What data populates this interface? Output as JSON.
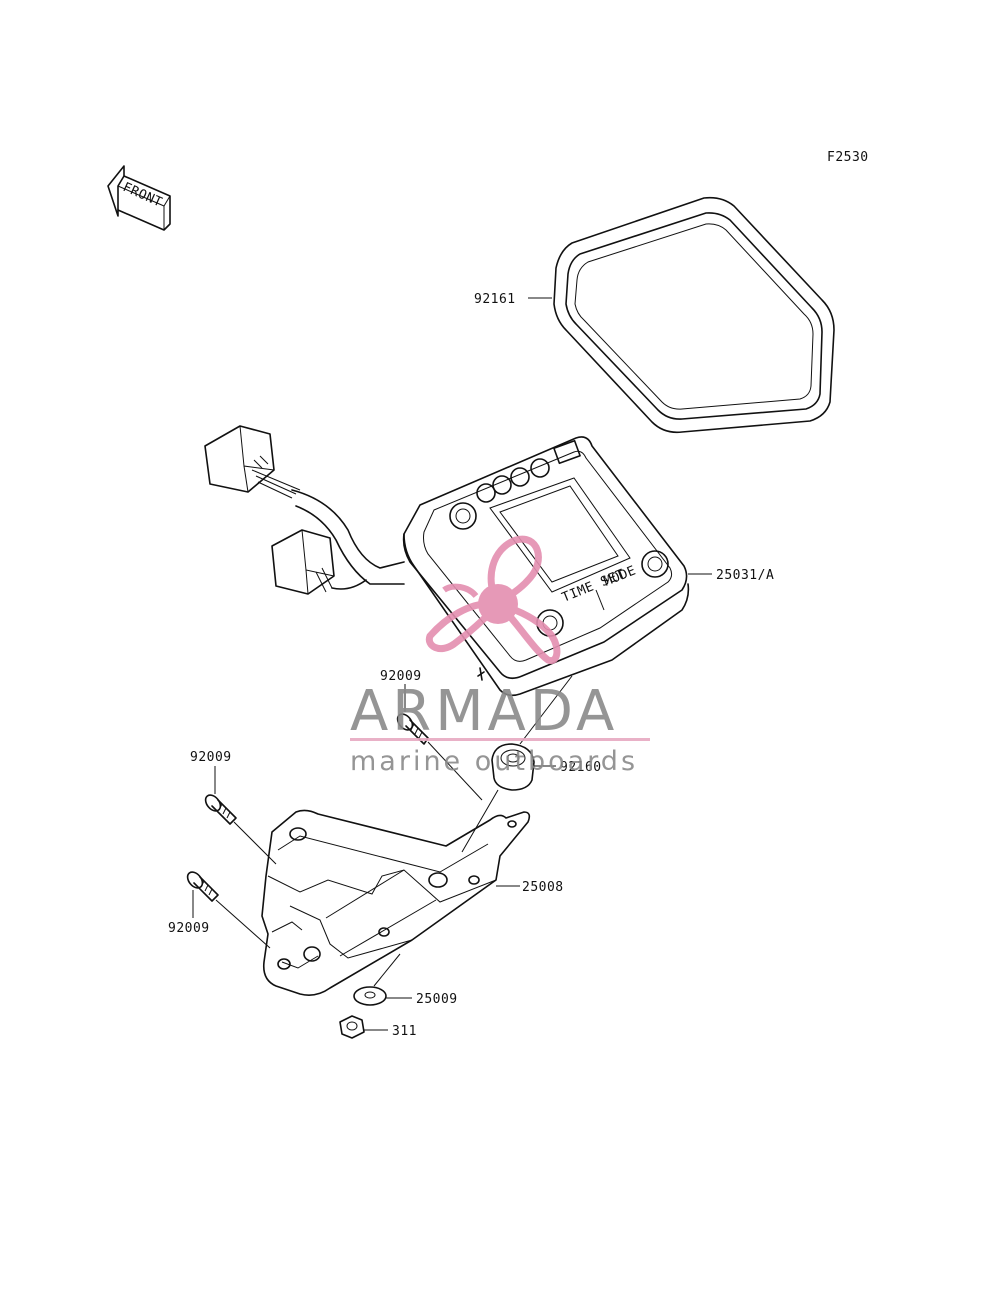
{
  "diagram": {
    "figure_code": "F2530",
    "front_label": "FRONT",
    "parts": {
      "cover": "92161",
      "meter_assembly": "25031/A",
      "screw_upper": "92009",
      "grommet": "92160",
      "screw_left_upper": "92009",
      "screw_left_lower": "92009",
      "bracket": "25008",
      "washer": "25009",
      "nut": "311"
    },
    "meter_labels": {
      "button_a": "TIME SET",
      "button_b": "MODE"
    }
  },
  "watermark": {
    "brand": "ARMADA",
    "tagline": "marine outboards",
    "logo_color": "#e48fb0",
    "text_color": "#8a8a8a",
    "rule_color": "#e7a9c1"
  }
}
